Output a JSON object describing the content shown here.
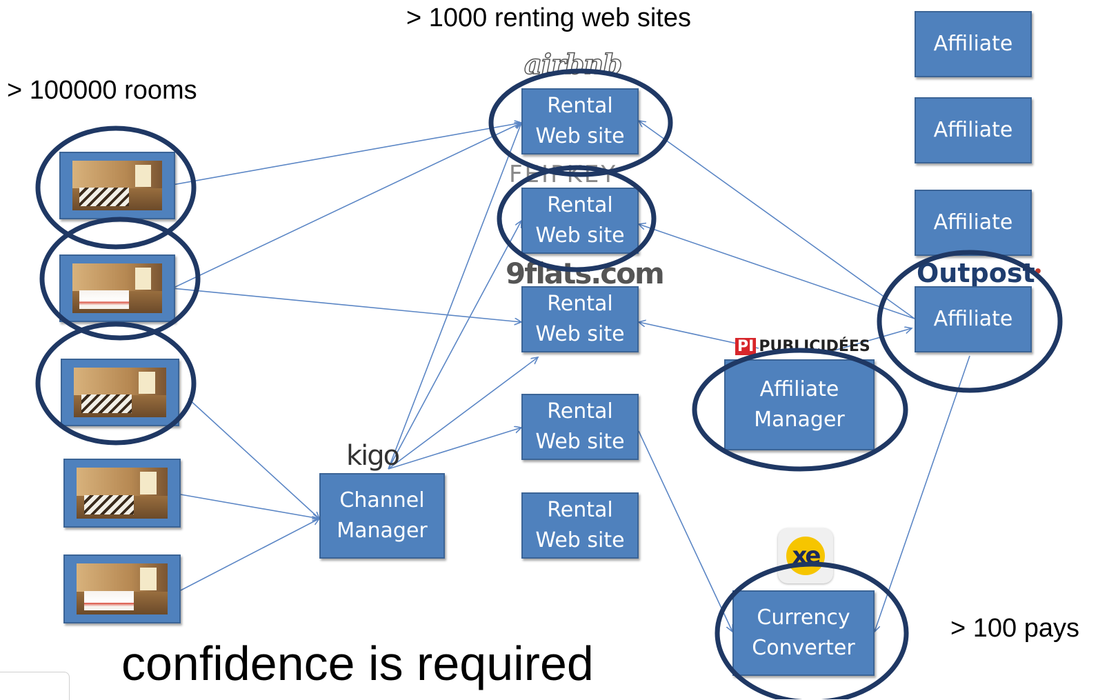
{
  "labels": {
    "rooms": "> 100000 rooms",
    "sites": "> 1000 renting web sites",
    "pays": "> 100 pays",
    "confidence": "confidence is required"
  },
  "rental_sites": [
    {
      "text": "Rental\nWeb site",
      "logo": "airbnb"
    },
    {
      "text": "Rental\nWeb site",
      "logo": "FEIPKEY"
    },
    {
      "text": "Rental\nWeb site",
      "logo": "9flats.com"
    },
    {
      "text": "Rental\nWeb site"
    },
    {
      "text": "Rental\nWeb site"
    }
  ],
  "affiliates": [
    {
      "text": "Affiliate"
    },
    {
      "text": "Affiliate"
    },
    {
      "text": "Affiliate"
    },
    {
      "text": "Affiliate",
      "logo": "Outpost"
    }
  ],
  "channel_manager": {
    "text": "Channel\nManager",
    "logo": "kigo"
  },
  "affiliate_manager": {
    "text": "Affiliate\nManager",
    "logo_mark": "PI",
    "logo_text": "PUBLICIDÉES"
  },
  "currency_converter": {
    "text": "Currency\nConverter",
    "logo": "xe"
  },
  "rooms": [
    {
      "icon": "hotel-room-photo"
    },
    {
      "icon": "hotel-room-photo"
    },
    {
      "icon": "hotel-room-photo"
    },
    {
      "icon": "hotel-room-photo"
    },
    {
      "icon": "hotel-room-photo"
    }
  ],
  "colors": {
    "box": "#4f81bd",
    "circle": "#1f3864",
    "arrow": "#5b86c5"
  }
}
